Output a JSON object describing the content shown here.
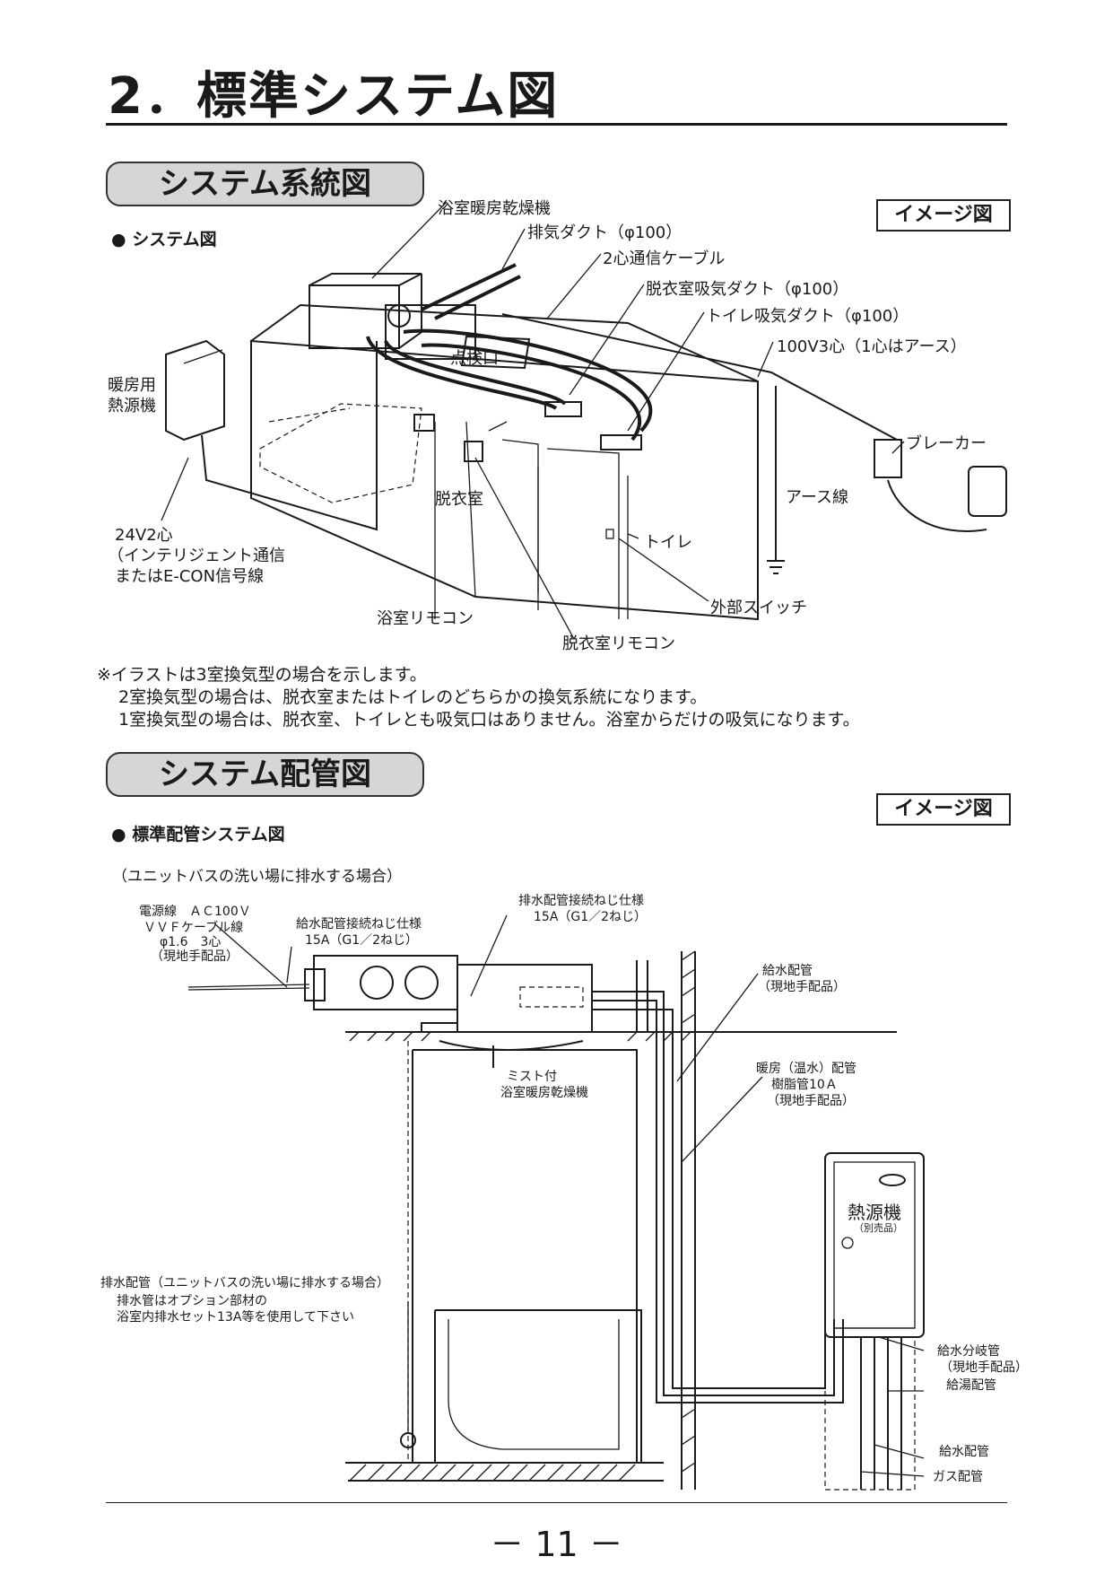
{
  "page": {
    "title": "2．標準システム図",
    "page_number": "－ 11 －"
  },
  "section1": {
    "tab_label": "システム系統図",
    "badge": "イメージ図",
    "subhead": "● システム図",
    "labels": {
      "bath_dryer": "浴室暖房乾燥機",
      "exhaust_duct": "排気ダクト（φ100）",
      "comm_cable": "2心通信ケーブル",
      "dressing_intake": "脱衣室吸気ダクト（φ100）",
      "toilet_intake": "トイレ吸気ダクト（φ100）",
      "power_cable": "100V3心（1心はアース）",
      "heat_source_l1": "暖房用",
      "heat_source_l2": "熱源機",
      "inspection": "点検口",
      "breaker": "ブレーカー",
      "earth_wire": "アース線",
      "dressing_room": "脱衣室",
      "toilet": "トイレ",
      "wire_l1": "24V2心",
      "wire_l2": "（インテリジェント通信",
      "wire_l3": "またはE-CON信号線",
      "bath_remote": "浴室リモコン",
      "ext_switch": "外部スイッチ",
      "dressing_remote": "脱衣室リモコン"
    },
    "notes": [
      "※イラストは3室換気型の場合を示します。",
      "2室換気型の場合は、脱衣室またはトイレのどちらかの換気系統になります。",
      "1室換気型の場合は、脱衣室、トイレとも吸気口はありません。浴室からだけの吸気になります。"
    ]
  },
  "section2": {
    "tab_label": "システム配管図",
    "badge": "イメージ図",
    "subhead": "● 標準配管システム図",
    "caption": "（ユニットバスの洗い場に排水する場合）",
    "labels": {
      "power_l1": "電源線　ＡＣ100Ｖ",
      "power_l2": "ＶＶＦケーブル線",
      "power_l3": "φ1.6　3心",
      "power_l4": "（現地手配品）",
      "drain_conn_l1": "排水配管接続ねじ仕様",
      "drain_conn_l2": "15A（G1／2ねじ）",
      "supply_conn_l1": "給水配管接続ねじ仕様",
      "supply_conn_l2": "15A（G1／2ねじ）",
      "supply_pipe_l1": "給水配管",
      "supply_pipe_l2": "（現地手配品）",
      "mist_l1": "ミスト付",
      "mist_l2": "浴室暖房乾燥機",
      "heating_l1": "暖房（温水）配管",
      "heating_l2": "樹脂管10Ａ",
      "heating_l3": "（現地手配品）",
      "heat_source": "熱源機",
      "sold_separately": "（別売品）",
      "drain_pipe_l1": "排水配管（ユニットバスの洗い場に排水する場合）",
      "drain_pipe_l2": "排水管はオプション部材の",
      "drain_pipe_l3": "浴室内排水セット13A等を使用して下さい",
      "branch_l1": "給水分岐管",
      "branch_l2": "（現地手配品）",
      "hot_water": "給湯配管",
      "water_supply": "給水配管",
      "gas": "ガス配管"
    }
  }
}
